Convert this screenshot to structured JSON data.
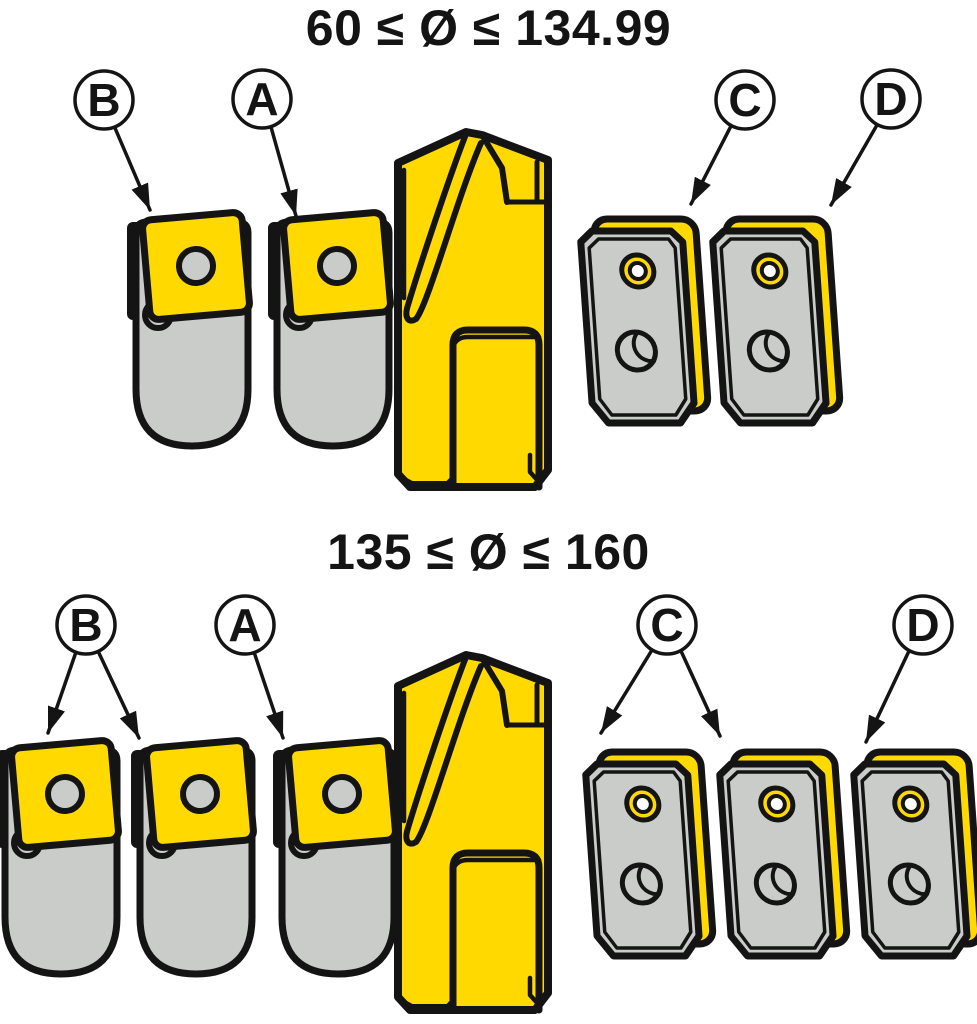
{
  "diagram": {
    "type": "technical-parts-diagram",
    "subject": "indexable spade drill head components by diameter range",
    "background": "#FFFFFF",
    "colors": {
      "insert_yellow": "#FFD900",
      "steel_gray": "#C9CCC9",
      "outline_black": "#141414",
      "hole_white": "#FFFFFF"
    },
    "sections": [
      {
        "title": "60 ≤ Ø ≤ 134.99",
        "diameter_min": "60",
        "diameter_max": "134.99",
        "callouts": [
          {
            "letter": "B",
            "arrows": 1,
            "points_to": "insert-cartridge-outer"
          },
          {
            "letter": "A",
            "arrows": 1,
            "points_to": "insert-cartridge-inner"
          },
          {
            "letter": "C",
            "arrows": 1,
            "points_to": "seat-plate-inner"
          },
          {
            "letter": "D",
            "arrows": 1,
            "points_to": "seat-plate-outer"
          }
        ],
        "parts": {
          "insert_cartridges": 2,
          "drill_bodies": 1,
          "seat_plates": 2
        }
      },
      {
        "title": "135 ≤ Ø ≤ 160",
        "diameter_min": "135",
        "diameter_max": "160",
        "callouts": [
          {
            "letter": "B",
            "arrows": 2,
            "points_to": "insert-cartridges-outer-pair"
          },
          {
            "letter": "A",
            "arrows": 1,
            "points_to": "insert-cartridge-inner"
          },
          {
            "letter": "C",
            "arrows": 2,
            "points_to": "seat-plates-inner-pair"
          },
          {
            "letter": "D",
            "arrows": 1,
            "points_to": "seat-plate-outer"
          }
        ],
        "parts": {
          "insert_cartridges": 3,
          "drill_bodies": 1,
          "seat_plates": 3
        }
      }
    ]
  }
}
